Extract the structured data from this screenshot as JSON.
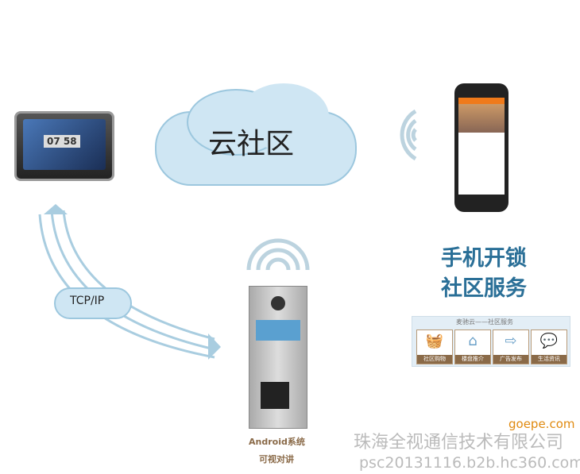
{
  "cloud_label": "云社区",
  "tcp_label": "TCP/IP",
  "tablet": {
    "clock": "07 58"
  },
  "slogan": {
    "line1": "手机开锁",
    "line2": "社区服务"
  },
  "services": {
    "header": "麦驰云——社区服务",
    "items": [
      {
        "label": "社区购物",
        "icon": "basket-icon"
      },
      {
        "label": "楼盘推介",
        "icon": "house-icon"
      },
      {
        "label": "广告发布",
        "icon": "exit-icon"
      },
      {
        "label": "生活资讯",
        "icon": "chat-icon"
      }
    ]
  },
  "intercom_caption": {
    "line1": "Android系统",
    "line2": "可视对讲"
  },
  "watermark": {
    "company": "珠海全视通信技术有限公司",
    "site": "psc20131116.b2b.hc360.com",
    "badge": "goepe.com"
  },
  "colors": {
    "cloud": "#cfe6f3",
    "slogan": "#2a6f97",
    "caption": "#8a6a48"
  }
}
